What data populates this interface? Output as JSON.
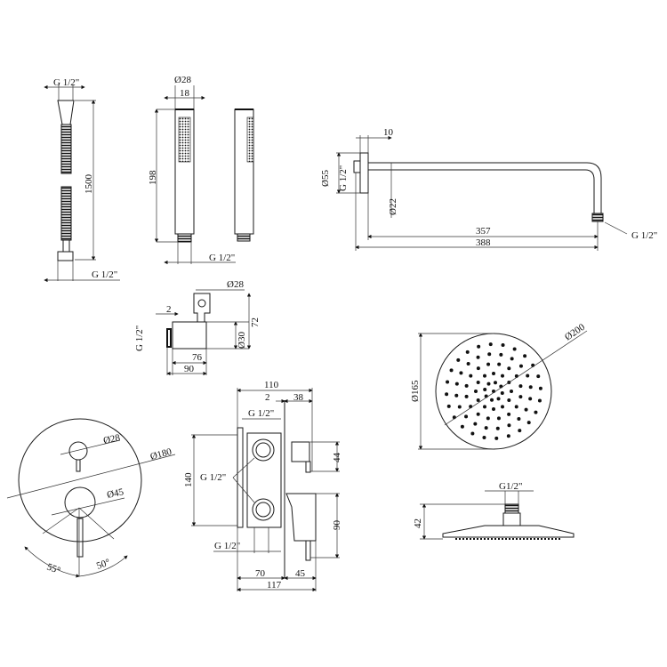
{
  "hose": {
    "top_thread": "G 1/2\"",
    "length": "1500",
    "bottom_thread": "G 1/2\""
  },
  "hand_shower": {
    "diameter": "Ø28",
    "width": "18",
    "length": "198",
    "thread": "G 1/2\""
  },
  "shower_arm": {
    "plate_depth": "10",
    "plate_diameter": "Ø55",
    "wall_thread": "G 1/2\"",
    "pipe_diameter": "Ø22",
    "projection_inner": "357",
    "projection_total": "388",
    "outlet_thread": "G 1/2\""
  },
  "wall_outlet": {
    "holder_diameter": "Ø28",
    "plate_gap": "2",
    "thread": "G 1/2\"",
    "body_diameter": "Ø30",
    "height": "72",
    "body_length": "76",
    "total_length": "90"
  },
  "cover_plate": {
    "small_knob": "Ø28",
    "plate_diameter": "Ø180",
    "large_knob": "Ø45",
    "angle_left": "55°",
    "angle_right": "50°"
  },
  "valve_body": {
    "total_width": "110",
    "gap": "2",
    "handle_depth": "38",
    "top_thread": "G 1/2\"",
    "height": "140",
    "side_threads": "G 1/2\"",
    "upper_handle": "44",
    "lower_handle": "90",
    "bottom_thread": "G 1/2\"",
    "body_depth": "70",
    "lower_handle_depth": "45",
    "overall_depth": "117"
  },
  "rain_shower": {
    "outer_diameter": "Ø200",
    "inner_diameter": "Ø165",
    "thread": "G1/2\"",
    "height": "42"
  }
}
